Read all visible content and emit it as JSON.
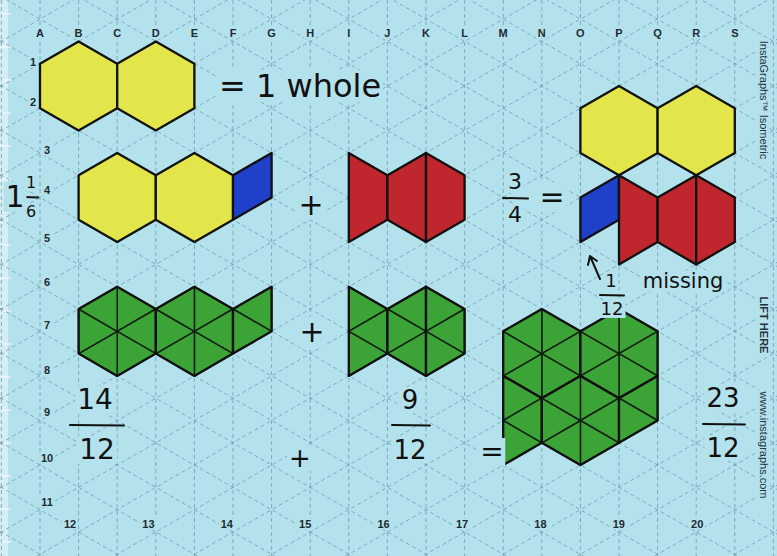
{
  "diagram": {
    "labels": [
      "A",
      "B",
      "C",
      "D",
      "E",
      "F",
      "G",
      "H",
      "I",
      "J",
      "K",
      "L",
      "M",
      "N",
      "O",
      "P",
      "Q",
      "R",
      "S",
      "1",
      "2",
      "= 1 whole",
      "InstaGraphs™ Isometric",
      "3",
      "1",
      "1",
      "6",
      "4",
      "+",
      "3",
      "4",
      "=",
      "5",
      "1",
      "12",
      "missing",
      "LIFT HERE",
      "6",
      "7",
      "+",
      "8",
      "9",
      "14",
      "12",
      "+",
      "9",
      "12",
      "=",
      "23",
      "12",
      "10",
      "11",
      "www.instagraphs.com",
      "12",
      "13",
      "14",
      "15",
      "16",
      "17",
      "18",
      "19",
      "20"
    ]
  }
}
